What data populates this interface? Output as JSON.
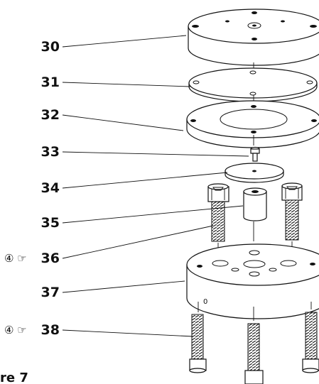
{
  "figure": {
    "caption": "re 7",
    "parts": [
      {
        "number": "30",
        "note": ""
      },
      {
        "number": "31",
        "note": ""
      },
      {
        "number": "32",
        "note": ""
      },
      {
        "number": "33",
        "note": ""
      },
      {
        "number": "34",
        "note": ""
      },
      {
        "number": "35",
        "note": ""
      },
      {
        "number": "36",
        "note": "④ ☞"
      },
      {
        "number": "37",
        "note": ""
      },
      {
        "number": "38",
        "note": "④ ☞"
      }
    ],
    "inline_marks": {
      "hole_label": "0"
    }
  }
}
